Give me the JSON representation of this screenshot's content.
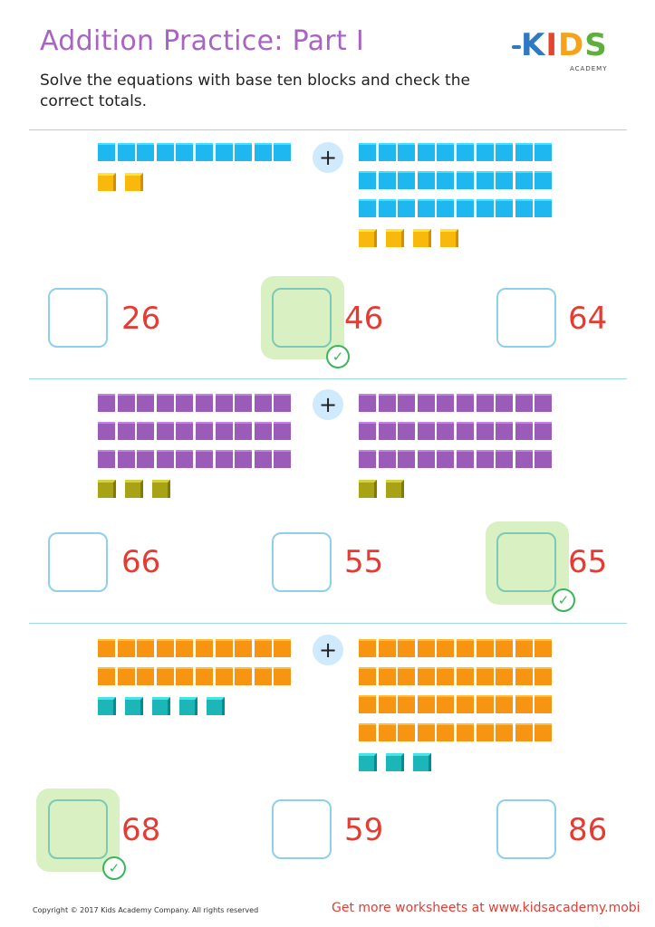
{
  "title": "Addition Practice: Part I",
  "instructions": "Solve the equations with base ten blocks and check the correct totals.",
  "logo": {
    "main": "KIDS",
    "sub": "ACADEMY"
  },
  "plus_symbol": "+",
  "problems": [
    {
      "left": {
        "tens": 1,
        "ones": 2,
        "ten_color": "#1fb7ef",
        "one_color": "#f8b80c"
      },
      "right": {
        "tens": 3,
        "ones": 4,
        "ten_color": "#1fb7ef",
        "one_color": "#f8b80c"
      },
      "choices": [
        {
          "value": "26",
          "checked": false
        },
        {
          "value": "46",
          "checked": true
        },
        {
          "value": "64",
          "checked": false
        }
      ]
    },
    {
      "left": {
        "tens": 3,
        "ones": 3,
        "ten_color": "#9b5cb9",
        "one_color": "#a8a215"
      },
      "right": {
        "tens": 3,
        "ones": 2,
        "ten_color": "#9b5cb9",
        "one_color": "#a8a215"
      },
      "choices": [
        {
          "value": "66",
          "checked": false
        },
        {
          "value": "55",
          "checked": false
        },
        {
          "value": "65",
          "checked": true
        }
      ]
    },
    {
      "left": {
        "tens": 2,
        "ones": 5,
        "ten_color": "#f79411",
        "one_color": "#1cb5b8"
      },
      "right": {
        "tens": 4,
        "ones": 3,
        "ten_color": "#f79411",
        "one_color": "#1cb5b8"
      },
      "choices": [
        {
          "value": "68",
          "checked": true
        },
        {
          "value": "59",
          "checked": false
        },
        {
          "value": "86",
          "checked": false
        }
      ]
    }
  ],
  "check_glyph": "✓",
  "footer": {
    "copyright": "Copyright © 2017 Kids Academy Company. All rights reserved",
    "link_text": "Get more worksheets at www.kidsacademy.mobi"
  }
}
